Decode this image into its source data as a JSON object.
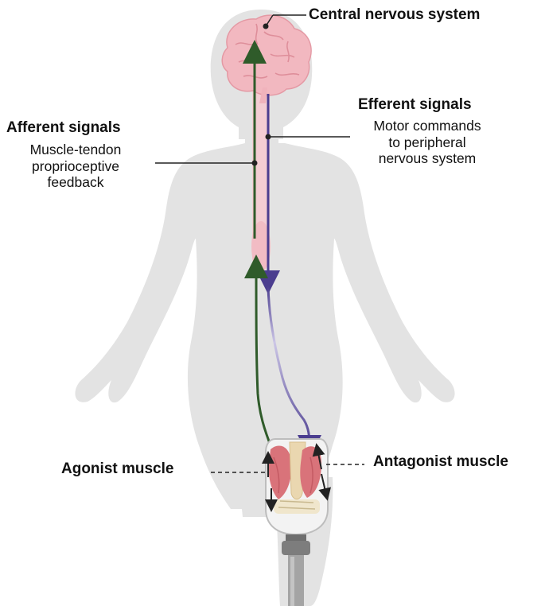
{
  "labels": {
    "central": "Central nervous system",
    "efferent_title": "Efferent signals",
    "efferent_desc": [
      "Motor commands",
      "to peripheral",
      "nervous system"
    ],
    "afferent_title": "Afferent signals",
    "afferent_desc": [
      "Muscle-tendon",
      "proprioceptive",
      "feedback"
    ],
    "agonist": "Agonist muscle",
    "antagonist": "Antagonist muscle"
  },
  "colors": {
    "body": "#e3e3e3",
    "brain": "#f2b8c0",
    "spine": "#f4cdd3",
    "afferent_arrow": "#2f5b2a",
    "efferent_arrow": "#4b3d8f",
    "muscle": "#d9737a",
    "bone": "#ead7b0",
    "socket": "#f3f3f3",
    "pylon": "#8f8f8f"
  },
  "icons": [
    "human-body-silhouette",
    "brain-icon",
    "spinal-cord",
    "prosthetic-socket",
    "prosthetic-pylon"
  ]
}
